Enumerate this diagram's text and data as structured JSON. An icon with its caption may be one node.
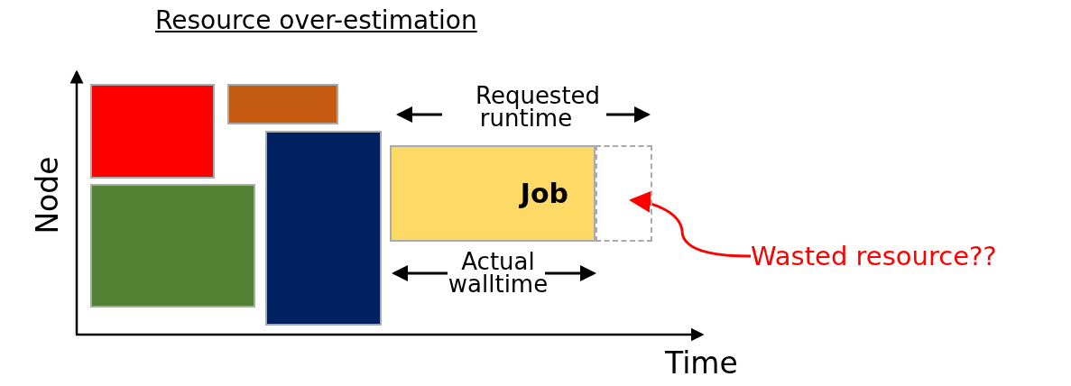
{
  "diagram": {
    "title": "Resource over-estimation",
    "nodes": [
      {
        "text": [],
        "shape": "box"
      },
      {
        "text": [],
        "shape": "box"
      },
      {
        "text": [],
        "shape": "box"
      },
      {
        "text": [],
        "shape": "box"
      },
      {
        "text": [
          "Job"
        ]
      },
      {
        "text": [],
        "shape": "box"
      },
      {
        "text": [
          "Wasted resource??"
        ]
      }
    ],
    "edges": [
      {
        "from": 6,
        "to": 5,
        "arrow": "to"
      }
    ],
    "labels": [
      "Requested runtime",
      "Actual walltime",
      "Node",
      "Time"
    ]
  }
}
